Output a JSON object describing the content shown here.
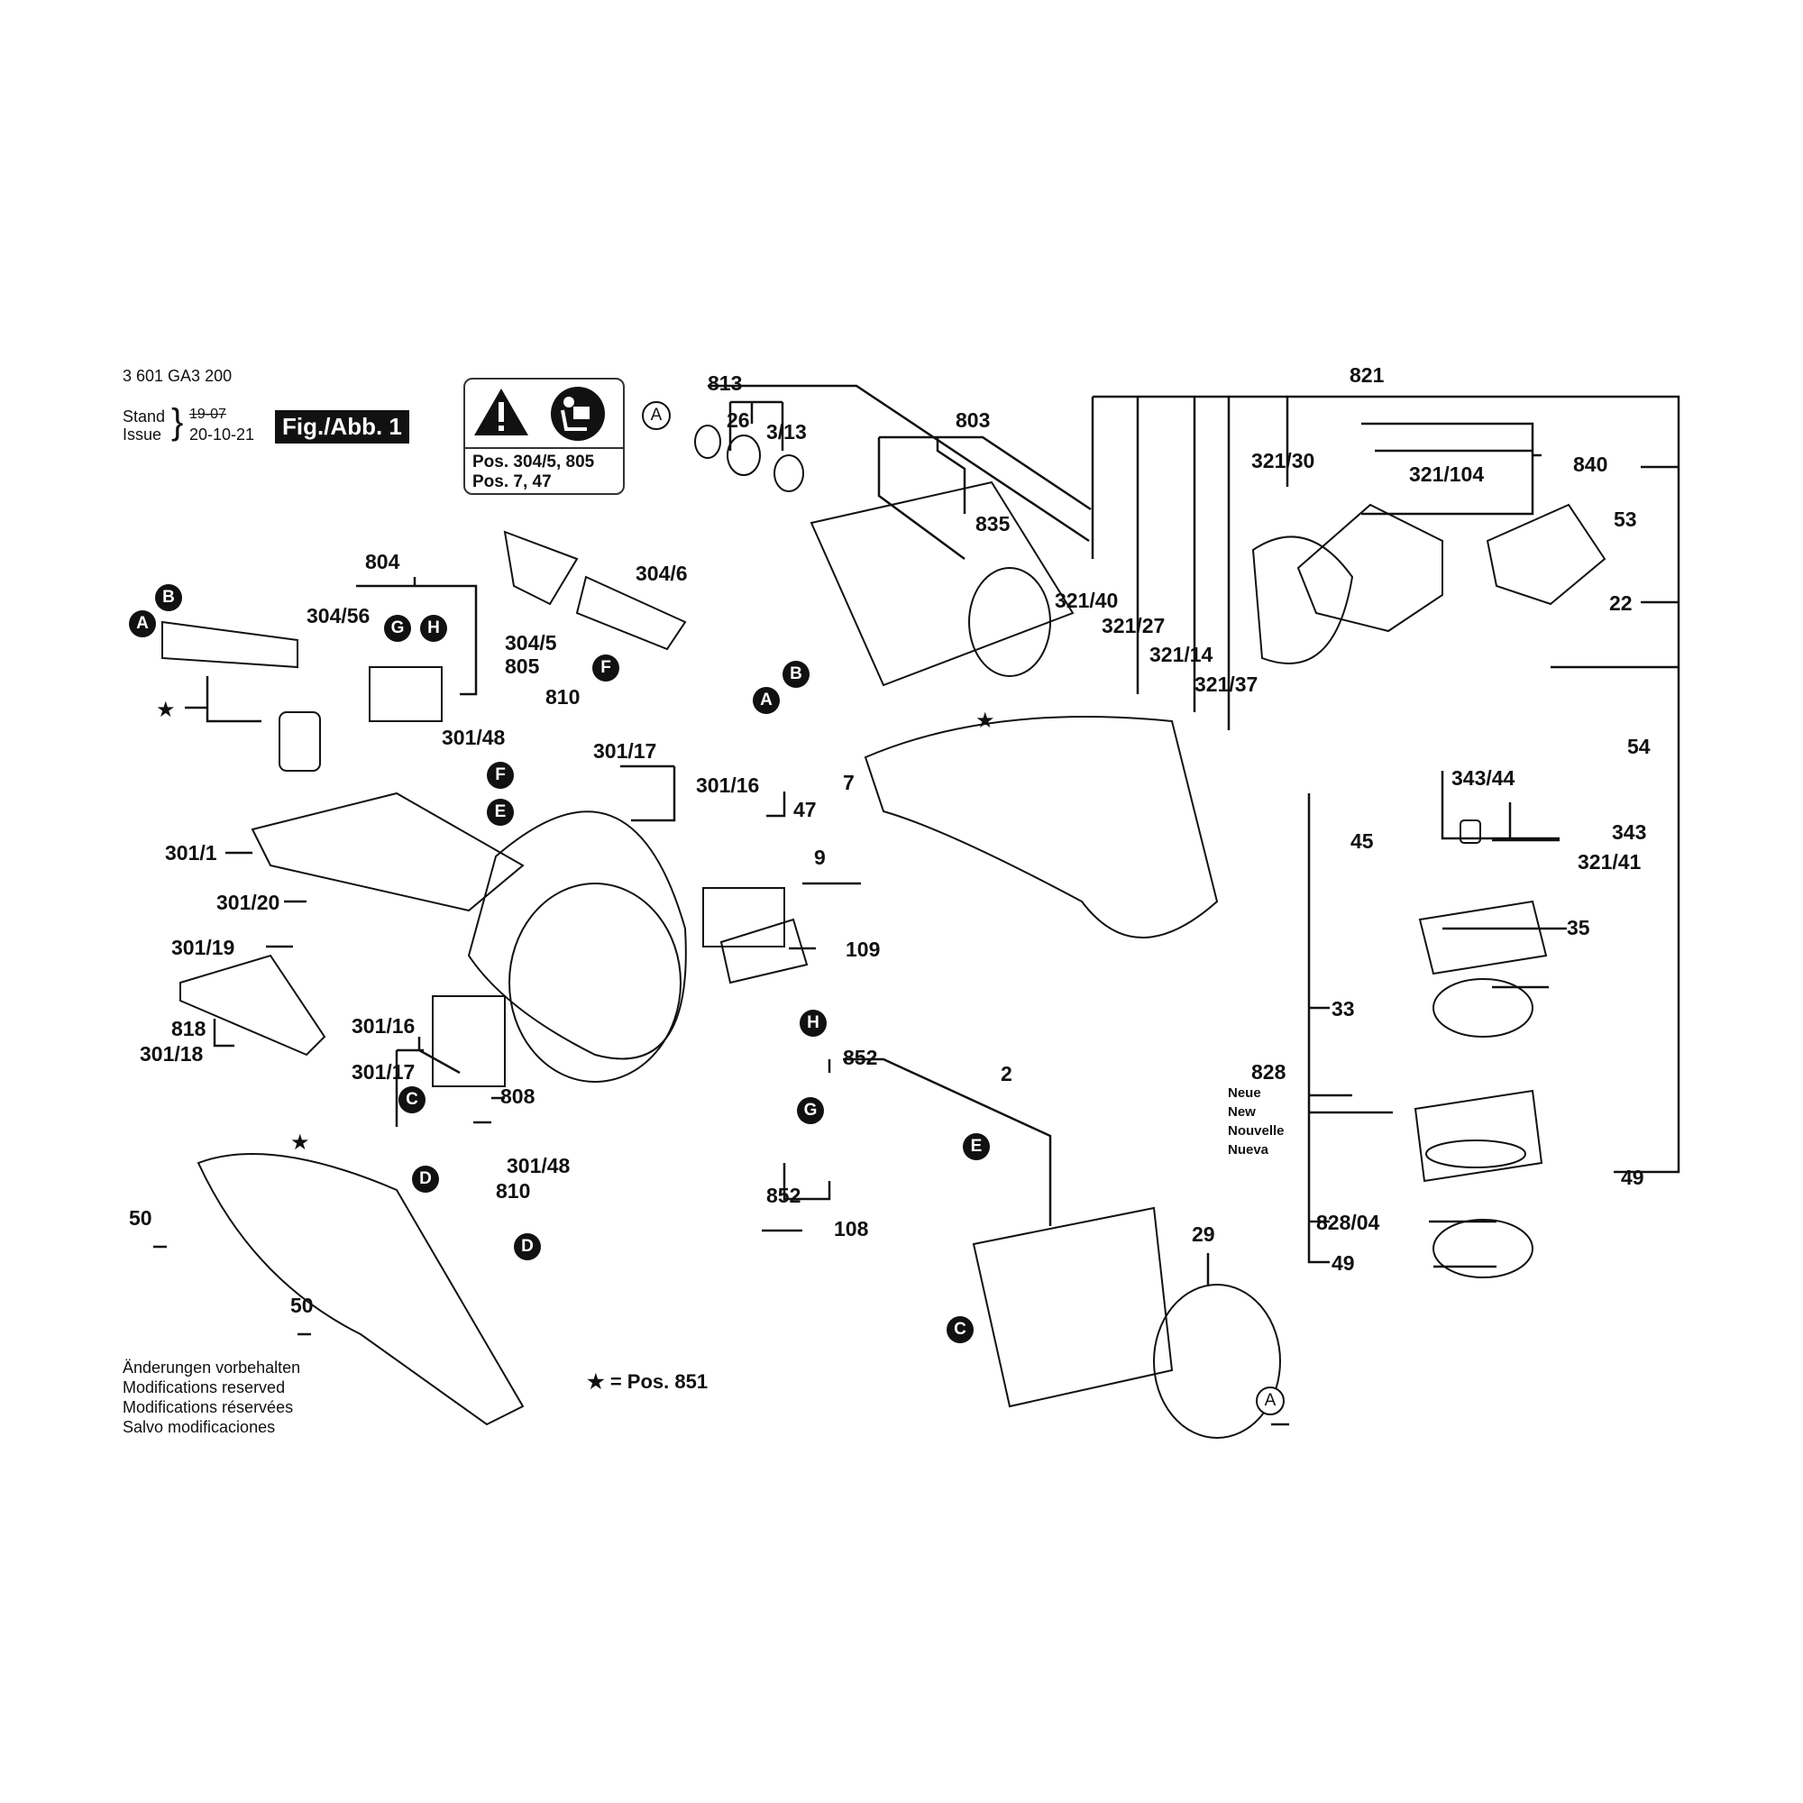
{
  "header": {
    "part_number": "3 601 GA3 200",
    "stand_label": "Stand",
    "issue_label": "Issue",
    "old_date_struck": "19-07",
    "issue_date": "20-10-21",
    "figure_label": "Fig./Abb. 1"
  },
  "warning_box": {
    "line1": "Pos. 304/5, 805",
    "line2": "Pos. 7, 47"
  },
  "labels": {
    "p813": "813",
    "p26": "26",
    "p3_13": "3/13",
    "p803": "803",
    "p835": "835",
    "p821": "821",
    "p321_30": "321/30",
    "p321_104": "321/104",
    "p840": "840",
    "p53": "53",
    "p22": "22",
    "p321_40": "321/40",
    "p321_27": "321/27",
    "p321_14": "321/14",
    "p321_37": "321/37",
    "p804": "804",
    "p304_56": "304/56",
    "p304_5": "304/5",
    "p805": "805",
    "p304_6": "304/6",
    "p810a": "810",
    "p301_48a": "301/48",
    "p301_17a": "301/17",
    "p301_16a": "301/16",
    "p47": "47",
    "p7": "7",
    "p9": "9",
    "p109": "109",
    "p301_1": "301/1",
    "p301_20": "301/20",
    "p301_19": "301/19",
    "p818": "818",
    "p301_18": "301/18",
    "p301_16b": "301/16",
    "p301_17b": "301/17",
    "p808": "808",
    "p301_48b": "301/48",
    "p810b": "810",
    "p50a": "50",
    "p50b": "50",
    "p852a": "852",
    "p852b": "852",
    "p2": "2",
    "p108": "108",
    "p29": "29",
    "p343_44": "343/44",
    "p54": "54",
    "p343": "343",
    "p45": "45",
    "p321_41": "321/41",
    "p35": "35",
    "p33": "33",
    "p828": "828",
    "p828_04": "828/04",
    "p49a": "49",
    "p49b": "49"
  },
  "new_note": [
    "Neue",
    "New",
    "Nouvelle",
    "Nueva"
  ],
  "connectors": {
    "A": "A",
    "B": "B",
    "C": "C",
    "D": "D",
    "E": "E",
    "F": "F",
    "G": "G",
    "H": "H"
  },
  "star_symbol": "★",
  "legend": {
    "star_note": "★ = Pos. 851"
  },
  "modifications": [
    "Änderungen vorbehalten",
    "Modifications reserved",
    "Modifications réservées",
    "Salvo modificaciones"
  ]
}
